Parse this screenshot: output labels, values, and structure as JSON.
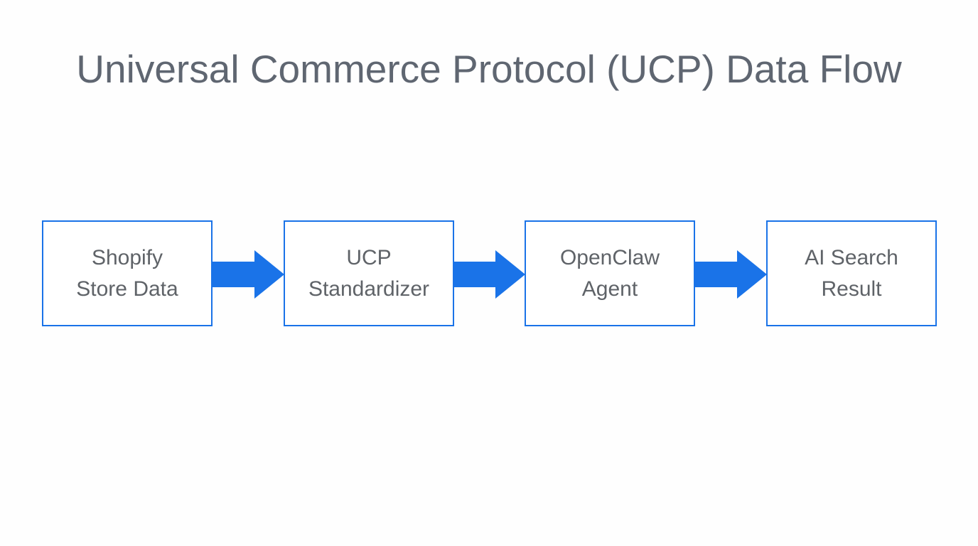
{
  "slide": {
    "title": "Universal Commerce Protocol (UCP) Data Flow",
    "background_color": "#fefefe",
    "title_color": "#5f6671"
  },
  "diagram": {
    "type": "flowchart",
    "orientation": "left-to-right",
    "node_border_color": "#1a73e8",
    "node_fill_color": "#ffffff",
    "node_text_color": "#5f6368",
    "arrow_color": "#1a73e8",
    "nodes": [
      {
        "id": "shopify-store-data",
        "label": "Shopify Store Data",
        "line1": "Shopify",
        "line2": "Store Data"
      },
      {
        "id": "ucp-standardizer",
        "label": "UCP Standardizer",
        "line1": "UCP",
        "line2": "Standardizer"
      },
      {
        "id": "openclaw-agent",
        "label": "OpenClaw Agent",
        "line1": "OpenClaw",
        "line2": "Agent"
      },
      {
        "id": "ai-search-result",
        "label": "AI Search Result",
        "line1": "AI Search",
        "line2": "Result"
      }
    ],
    "arrows": [
      {
        "id": "arrow-shopify-to-ucp",
        "from": "shopify-store-data",
        "to": "ucp-standardizer",
        "direction": "right"
      },
      {
        "id": "arrow-ucp-to-openclaw",
        "from": "ucp-standardizer",
        "to": "openclaw-agent",
        "direction": "right"
      },
      {
        "id": "arrow-openclaw-to-result",
        "from": "openclaw-agent",
        "to": "ai-search-result",
        "direction": "right"
      }
    ]
  }
}
